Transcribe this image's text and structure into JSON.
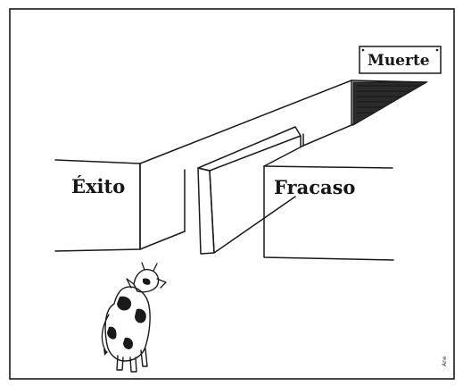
{
  "labels": {
    "exito": "Éxito",
    "fracaso": "Fracaso",
    "muerte": "Muerte"
  },
  "signature": "Ane",
  "colors": {
    "paper": "#ffffff",
    "ink": "#1a1a1a"
  }
}
